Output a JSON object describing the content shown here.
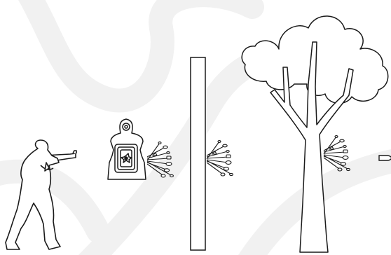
{
  "scene": {
    "background_color": "#ffffff",
    "watermark_color": "#f1f1f1",
    "outline_color": "#1a1a1a",
    "figures": {
      "shooter": {
        "icon": "shooter-with-rifle-icon"
      },
      "target": {
        "icon": "silhouette-shooting-target-icon"
      },
      "plank": {
        "icon": "vertical-plank-icon"
      },
      "tree": {
        "icon": "tree-icon"
      },
      "bullet": {
        "icon": "bullet-icon"
      }
    },
    "impact_bursts": [
      "after-target",
      "after-plank",
      "after-tree"
    ]
  }
}
